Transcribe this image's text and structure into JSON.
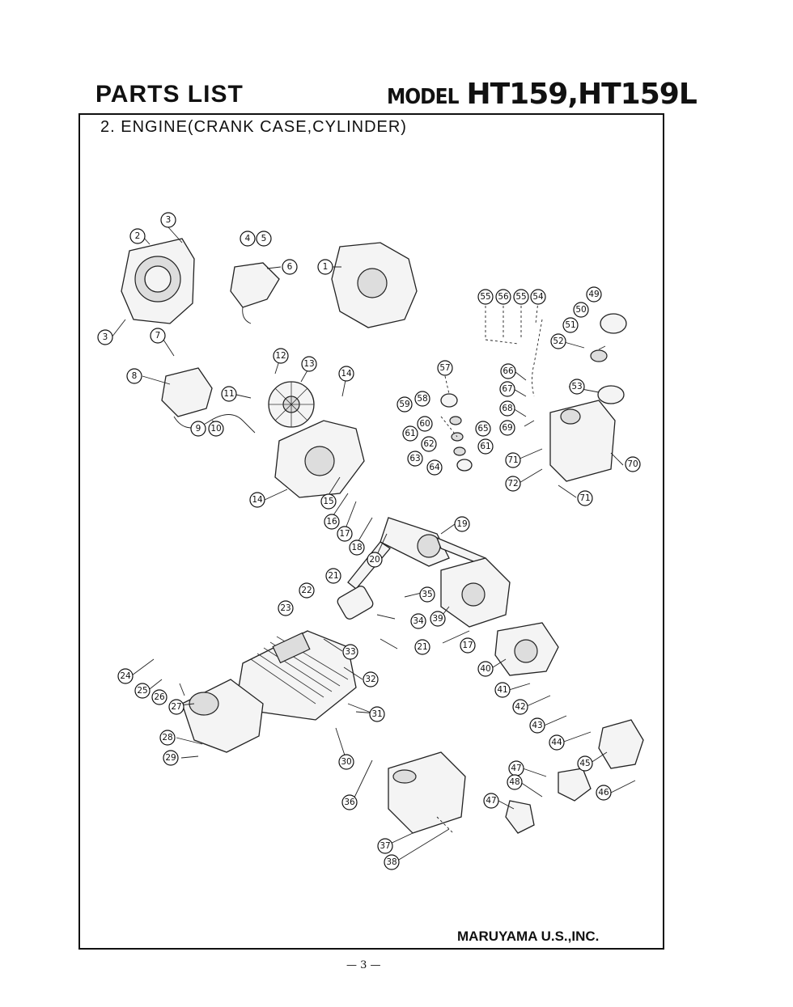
{
  "header": {
    "title": "PARTS LIST",
    "model_label": "MODEL",
    "model_numbers": "HT159,HT159L"
  },
  "section_title": "2. ENGINE(CRANK CASE,CYLINDER)",
  "footer": {
    "company": "MARUYAMA U.S.,INC.",
    "page_number": "— 3 —"
  },
  "callouts": [
    "1",
    "2",
    "3",
    "4",
    "5",
    "6",
    "7",
    "8",
    "9",
    "10",
    "11",
    "12",
    "13",
    "14",
    "15",
    "16",
    "17",
    "18",
    "19",
    "20",
    "21",
    "22",
    "23",
    "24",
    "25",
    "26",
    "27",
    "28",
    "29",
    "30",
    "31",
    "32",
    "33",
    "34",
    "35",
    "36",
    "37",
    "38",
    "39",
    "40",
    "41",
    "42",
    "43",
    "44",
    "45",
    "46",
    "47",
    "48",
    "49",
    "50",
    "51",
    "52",
    "53",
    "54",
    "55",
    "56",
    "57",
    "58",
    "59",
    "60",
    "61",
    "62",
    "63",
    "64",
    "65",
    "66",
    "67",
    "68",
    "69",
    "70",
    "71",
    "72"
  ]
}
